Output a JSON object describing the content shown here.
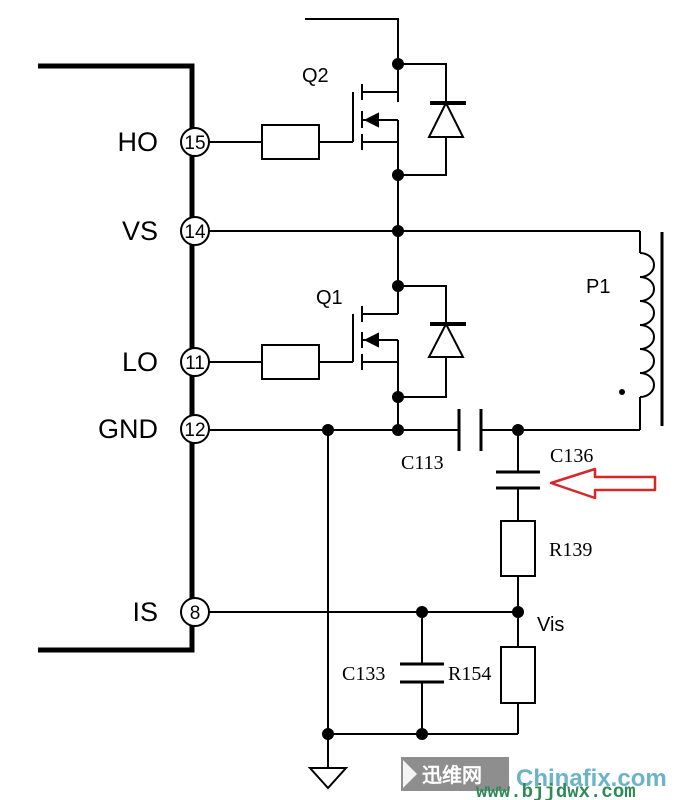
{
  "ic": {
    "pins": [
      {
        "name": "HO",
        "number": "15"
      },
      {
        "name": "VS",
        "number": "14"
      },
      {
        "name": "LO",
        "number": "11"
      },
      {
        "name": "GND",
        "number": "12"
      },
      {
        "name": "IS",
        "number": "8"
      }
    ]
  },
  "components": {
    "q2": "Q2",
    "q1": "Q1",
    "p1": "P1",
    "c113": "C113",
    "c136": "C136",
    "r139": "R139",
    "vis": "Vis",
    "c133": "C133",
    "r154": "R154"
  },
  "watermark": {
    "site_cn": "迅维网",
    "site_en": "Chinafix.com",
    "url": "www.bjjdwx.com"
  },
  "colors": {
    "line": "#000000",
    "arrow": "#d62828",
    "watermark_box": "#7a7a7a",
    "watermark_url": "#2e8b57"
  }
}
